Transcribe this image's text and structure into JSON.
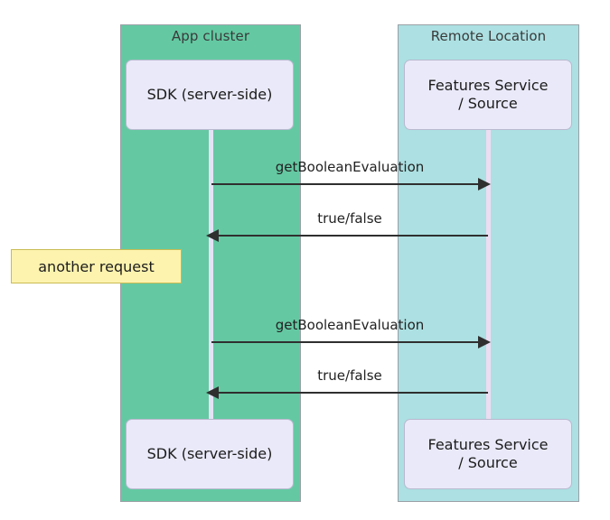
{
  "diagram": {
    "type": "uml-sequence-diagram",
    "background": "#ffffff",
    "participants": [
      {
        "id": "app-cluster",
        "group_title": "App cluster",
        "group_color": "#64c9a3",
        "actor_label": "SDK (server-side)",
        "actor_color": "#e9e9f9",
        "lifeline_color": "#e4e2f5"
      },
      {
        "id": "remote-location",
        "group_title": "Remote Location",
        "group_color": "#ace0e2",
        "actor_label": "Features Service\n/ Source",
        "actor_label_line1": "Features Service",
        "actor_label_line2": "/ Source",
        "actor_color": "#e9e9f9",
        "lifeline_color": "#eddcf2"
      }
    ],
    "messages": [
      {
        "id": "request-1",
        "label": "getBooleanEvaluation",
        "direction": "right",
        "from": "app-cluster",
        "to": "remote-location"
      },
      {
        "id": "response-1",
        "label": "true/false",
        "direction": "left",
        "from": "remote-location",
        "to": "app-cluster"
      },
      {
        "id": "request-2",
        "label": "getBooleanEvaluation",
        "direction": "right",
        "from": "app-cluster",
        "to": "remote-location"
      },
      {
        "id": "response-2",
        "label": "true/false",
        "direction": "left",
        "from": "remote-location",
        "to": "app-cluster"
      }
    ],
    "notes": [
      {
        "id": "another-request",
        "label": "another request",
        "fill": "#fdf3ae",
        "border": "#c9bb52"
      }
    ],
    "arrow_color": "#2f2f2f"
  }
}
